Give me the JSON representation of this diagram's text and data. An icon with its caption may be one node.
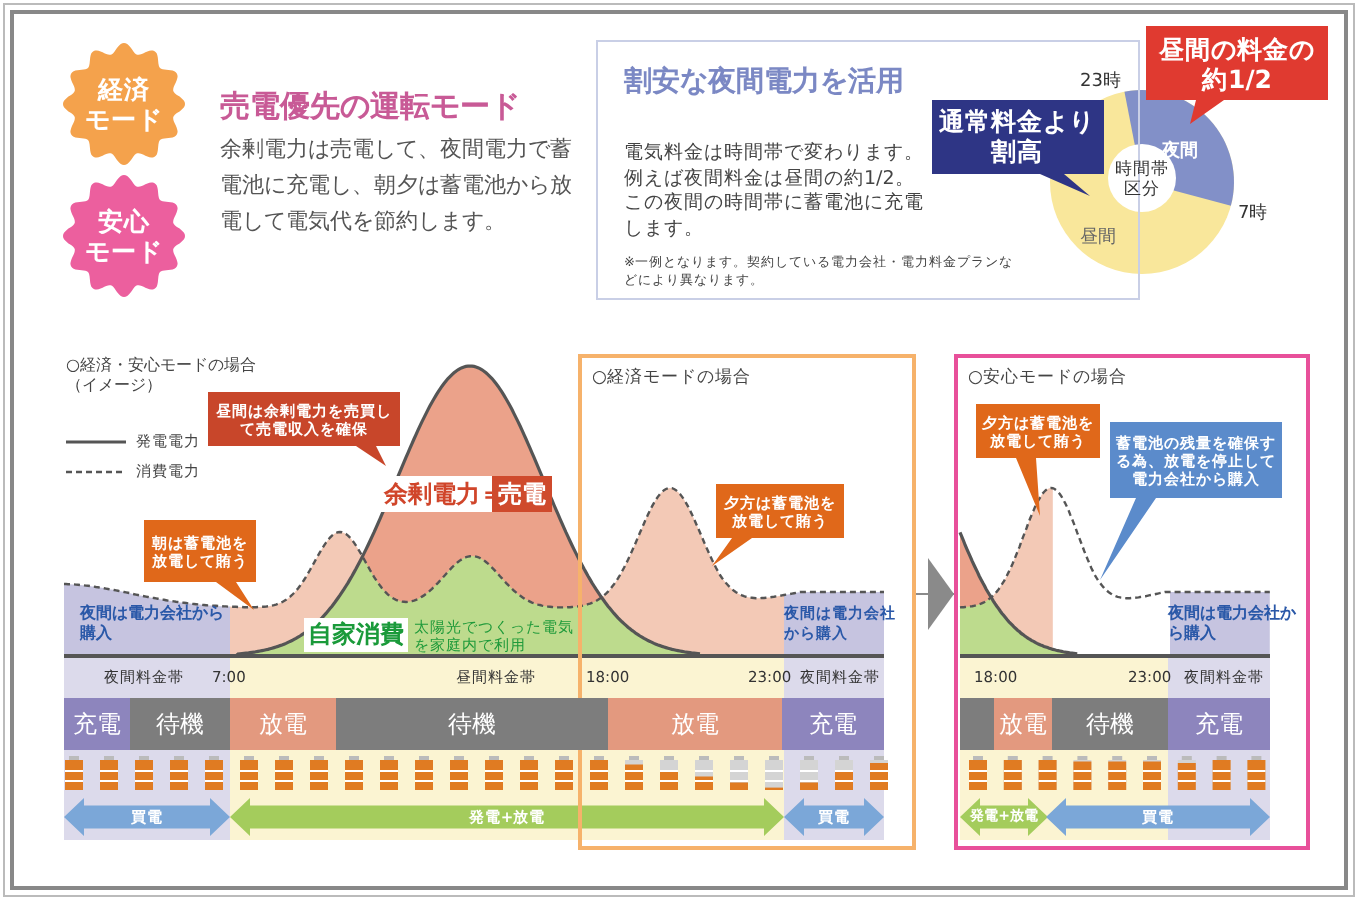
{
  "diagram": {
    "title": "売電優先の運転モード",
    "nodes": [
      {
        "text": [
          "経済モード"
        ]
      },
      {
        "text": [
          "安心モード"
        ]
      },
      {
        "text": [
          "割安な夜間電力を活用",
          "電気料金は時間帯で変わります。例えば夜間料金は昼間の約1/2。この夜間の時間帯に蓄電池に充電します。",
          "※一例となります。契約している電力会社・電力料金プランなどにより異なります。"
        ]
      },
      {
        "text": [
          "通常料金より割高"
        ],
        "in": 2
      },
      {
        "text": [
          "昼間の料金の約1/2"
        ]
      },
      {
        "text": [
          "○経済モードの場合"
        ]
      },
      {
        "text": [
          "○安心モードの場合"
        ]
      },
      {
        "text": [
          "昼間は余剰電力を売買して売電収入を確保"
        ]
      },
      {
        "text": [
          "朝は蓄電池を放電して賄う"
        ]
      },
      {
        "text": [
          "夕方は蓄電池を放電して賄う"
        ],
        "in": 5
      },
      {
        "text": [
          "夕方は蓄電池を放電して賄う"
        ],
        "in": 6
      },
      {
        "text": [
          "蓄電池の残量を確保する為、放電を停止して電力会社から購入"
        ],
        "in": 6
      },
      {
        "text": [
          "余剰電力＝",
          "売電"
        ]
      },
      {
        "text": [
          "自家消費"
        ]
      },
      {
        "text": [
          "充電"
        ]
      },
      {
        "text": [
          "待機"
        ]
      },
      {
        "text": [
          "放電"
        ]
      },
      {
        "text": [
          "待機"
        ]
      },
      {
        "text": [
          "放電"
        ],
        "in": 5
      },
      {
        "text": [
          "充電"
        ],
        "in": 5
      },
      {
        "text": [],
        "shape": "bar",
        "in": 6
      },
      {
        "text": [
          "放電"
        ],
        "in": 6
      },
      {
        "text": [
          "待機"
        ],
        "in": 6
      },
      {
        "text": [
          "充電"
        ],
        "in": 6
      }
    ],
    "edges": [
      {
        "from": 5,
        "to": 6,
        "arrow": "to"
      }
    ],
    "labels": [
      "余剰電力は売電して、夜間電力で蓄電池に充電し、朝夕は蓄電池から放電して電気代を節約します。",
      "23時",
      "夜間",
      "時間帯区分",
      "7時",
      "昼間",
      "○経済・安心モードの場合（イメージ）",
      "夜間は電力会社から購入",
      "太陽光でつくった電気を家庭内で利用",
      "夜間は電力会社から購入",
      "夜間は電力会社から購入",
      "夜間料金帯",
      "7:00",
      "昼間料金帯",
      "18:00",
      "23:00",
      "夜間料金帯",
      "18:00",
      "23:00",
      "夜間料金帯",
      "買電",
      "発電+放電",
      "買電",
      "発電+放電",
      "買電"
    ],
    "legend": [
      {
        "text": "発電電力"
      },
      {
        "text": "消費電力"
      }
    ]
  }
}
